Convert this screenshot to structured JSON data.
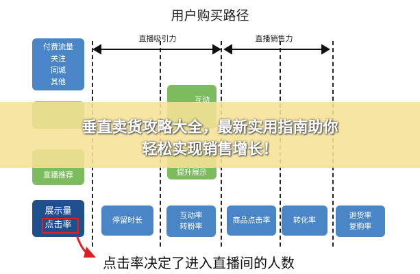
{
  "title": "用户购买路径",
  "headers": {
    "left": "直播吸引力",
    "right": "直播销售力"
  },
  "left_column": {
    "top_box": [
      "付费流量",
      "关注",
      "同城",
      "其他"
    ],
    "middle_box": "",
    "lower_box": "直播推荐",
    "bottom_box": [
      "展示量",
      "点击率"
    ]
  },
  "middle_overlay": {
    "upper_fragment": "互动",
    "lower_fragment": "提升展示"
  },
  "metrics": [
    "停留时长",
    "互动率\n转粉率",
    "商品点击率",
    "转化率",
    "退货率\n复购率"
  ],
  "banner": {
    "line1": "垂直卖货攻略大全，最新实用指南助你",
    "line2": "轻松实现销售增长！"
  },
  "bottom_caption": "点击率决定了进入直播间的人数",
  "colors": {
    "blue": "#4a86c5",
    "green": "#7cbc5e",
    "navy": "#1f4f8c",
    "highlight": "#e02020",
    "banner": "#f5e196"
  }
}
